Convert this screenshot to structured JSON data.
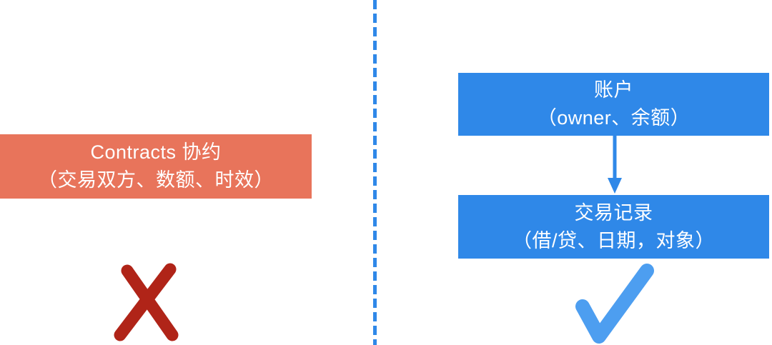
{
  "colors": {
    "page_background": "#FFFFFF",
    "box_blue": "#2F88E8",
    "box_salmon": "#E8745B",
    "cross_red": "#B02418",
    "check_blue": "#4D9EF0",
    "box_text": "#FFFFFF"
  },
  "left_panel": {
    "contracts_box": {
      "title": "Contracts 协约",
      "subtitle": "（交易双方、数额、时效）"
    },
    "verdict_icon": "x-mark"
  },
  "divider_icon": "dashed-vertical-line",
  "right_panel": {
    "account_box": {
      "title": "账户",
      "subtitle": "（owner、余额）"
    },
    "arrow_icon": "arrow-down",
    "transactions_box": {
      "title": "交易记录",
      "subtitle": "（借/贷、日期，对象）"
    },
    "verdict_icon": "check-mark"
  }
}
